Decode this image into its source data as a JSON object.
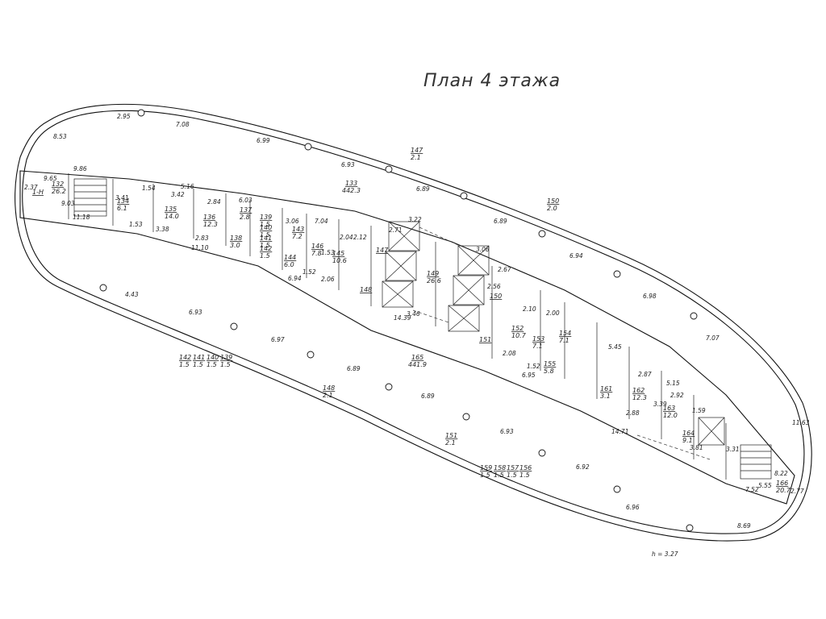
{
  "title": "План 4 этажа",
  "height_note": "h = 3.27",
  "dims": [
    "8.53",
    "2.95",
    "7.08",
    "6.99",
    "6.93",
    "6.89",
    "6.89",
    "6.94",
    "6.98",
    "7.07",
    "11.63",
    "8.69",
    "6.96",
    "6.92",
    "6.93",
    "6.89",
    "6.89",
    "6.97",
    "6.93",
    "4.43",
    "9.86",
    "9.65",
    "2.37",
    "9.03",
    "11.18",
    "3.41",
    "1.54",
    "5.16",
    "3.42",
    "2.84",
    "6.03",
    "3.06",
    "7.04",
    "3.22",
    "3.08",
    "2.67",
    "2.56",
    "2.10",
    "2.00",
    "5.45",
    "2.87",
    "5.15",
    "2.92",
    "1.59",
    "3.31",
    "3.39",
    "2.88",
    "14.71",
    "3.81",
    "3.46",
    "14.39",
    "2.06",
    "1.52",
    "6.94",
    "2.83",
    "11.10",
    "3.38",
    "1.53",
    "2.12",
    "2.04",
    "2.71",
    "1.53",
    "2.08",
    "6.95",
    "1.52",
    "7.52",
    "2.77",
    "5.55",
    "8.22"
  ],
  "rooms": [
    {
      "no": "132",
      "area": "26.2"
    },
    {
      "no": "1-Н",
      "area": ""
    },
    {
      "no": "134",
      "area": "6.1"
    },
    {
      "no": "135",
      "area": "14.0"
    },
    {
      "no": "136",
      "area": "12.3"
    },
    {
      "no": "137",
      "area": "2.8"
    },
    {
      "no": "138",
      "area": "3.0"
    },
    {
      "no": "139",
      "area": "1.5"
    },
    {
      "no": "140",
      "area": "1.5"
    },
    {
      "no": "141",
      "area": "1.5"
    },
    {
      "no": "142",
      "area": "1.5"
    },
    {
      "no": "143",
      "area": "7.2"
    },
    {
      "no": "144",
      "area": "6.0"
    },
    {
      "no": "145",
      "area": "10.6"
    },
    {
      "no": "146",
      "area": "7.8"
    },
    {
      "no": "147",
      "area": ""
    },
    {
      "no": "148",
      "area": ""
    },
    {
      "no": "149",
      "area": "26.6"
    },
    {
      "no": "150",
      "area": ""
    },
    {
      "no": "151",
      "area": ""
    },
    {
      "no": "152",
      "area": "10.7"
    },
    {
      "no": "153",
      "area": "7.1"
    },
    {
      "no": "154",
      "area": "7.1"
    },
    {
      "no": "155",
      "area": "5.8"
    },
    {
      "no": "161",
      "area": "3.1"
    },
    {
      "no": "162",
      "area": "12.3"
    },
    {
      "no": "163",
      "area": "12.0"
    },
    {
      "no": "164",
      "area": "9.1"
    },
    {
      "no": "166",
      "area": "20.7"
    },
    {
      "no": "133",
      "area": "442.3"
    },
    {
      "no": "165",
      "area": "441.9"
    },
    {
      "no": "147",
      "area": "2.1"
    },
    {
      "no": "150",
      "area": "2.0"
    },
    {
      "no": "148",
      "area": "2.1"
    },
    {
      "no": "151",
      "area": "2.1"
    },
    {
      "no": "142",
      "area": "1.5"
    },
    {
      "no": "141",
      "area": "1.5"
    },
    {
      "no": "140",
      "area": "1.5"
    },
    {
      "no": "139",
      "area": "1.5"
    },
    {
      "no": "159",
      "area": "1.5"
    },
    {
      "no": "158",
      "area": "1.5"
    },
    {
      "no": "157",
      "area": "1.5"
    },
    {
      "no": "156",
      "area": "1.5"
    }
  ]
}
